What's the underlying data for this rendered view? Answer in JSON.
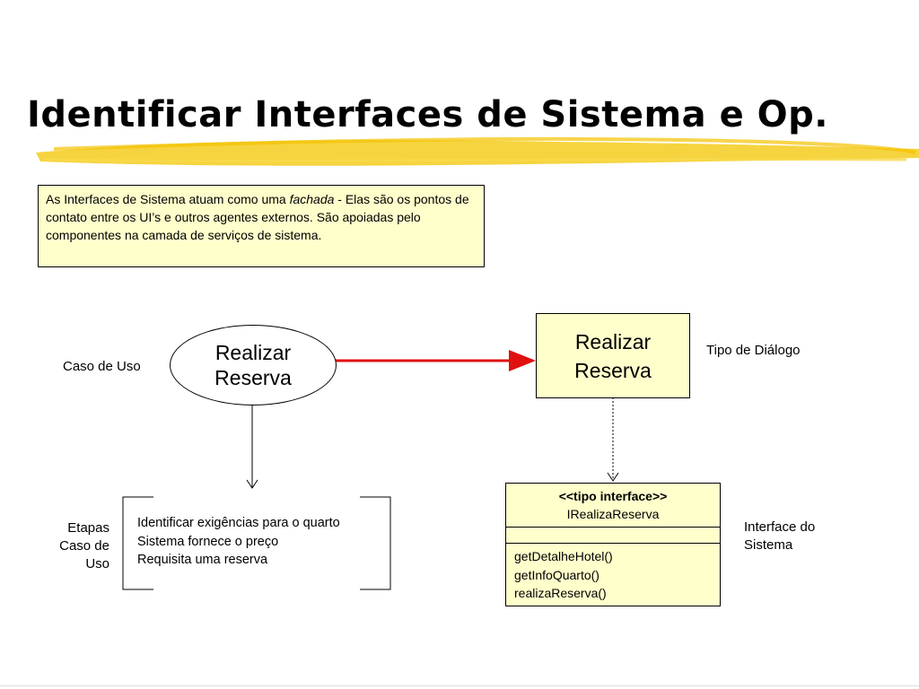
{
  "slide": {
    "title": "Identificar Interfaces de Sistema e Op.",
    "description": {
      "part1": "As Interfaces de Sistema atuam como uma ",
      "italic": "fachada",
      "part2": " - Elas são os pontos de contato entre os UI’s e outros agentes externos. São apoiadas pelo componentes na camada de serviços de sistema."
    }
  },
  "diagram": {
    "use_case_label": "Caso de Uso",
    "use_case_line1": "Realizar",
    "use_case_line2": "Reserva",
    "dialog_line1": "Realizar",
    "dialog_line2": "Reserva",
    "dialog_type_label": "Tipo de Diálogo",
    "steps_label": [
      "Etapas",
      "Caso de",
      "Uso"
    ],
    "steps": [
      "Identificar exigências para o quarto",
      "Sistema fornece o preço",
      "Requisita uma reserva"
    ],
    "interface_stereotype": "<<tipo interface>>",
    "interface_name": "IRealizaReserva",
    "interface_methods": [
      "getDetalheHotel()",
      "getInfoQuarto()",
      "realizaReserva()"
    ],
    "interface_label": [
      "Interface do",
      "Sistema"
    ]
  },
  "colors": {
    "highlight": "#f5cc1e",
    "box_fill": "#ffffcc",
    "arrow_red": "#e01010"
  }
}
